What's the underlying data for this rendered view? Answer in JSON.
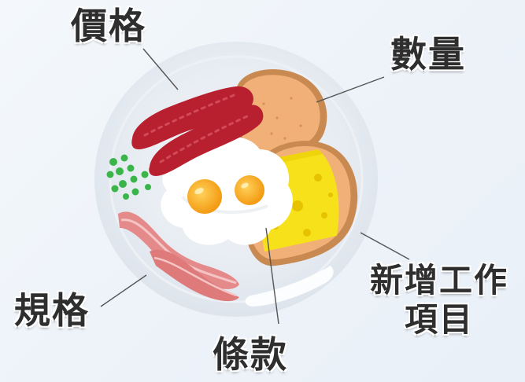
{
  "labels": {
    "price": "價格",
    "quantity": "數量",
    "spec": "規格",
    "terms": "條款",
    "add_item_line1": "新增工作",
    "add_item_line2": "項目"
  },
  "colors": {
    "plate": "#e6ebf1",
    "plate_rim": "#dbe2ea",
    "sausage": "#b8202f",
    "toast": "#f2b079",
    "toast_crust": "#c98a52",
    "cheese": "#f7e11a",
    "egg_white": "#ffffff",
    "yolk": "#f6a21a",
    "peas": "#39b54a",
    "bacon": "#e58a8a",
    "leader_line": "#555555"
  }
}
